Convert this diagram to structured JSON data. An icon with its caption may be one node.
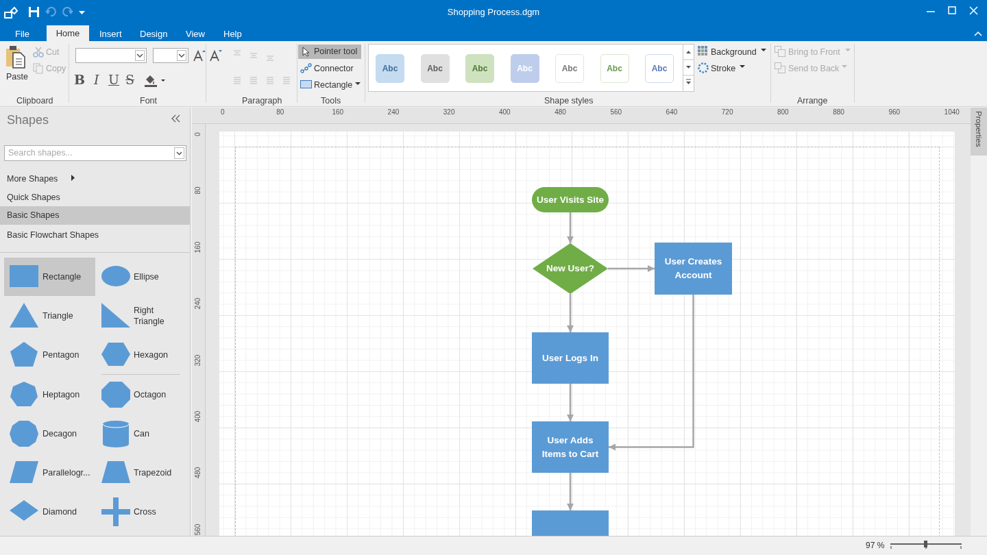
{
  "diagram": {
    "title": "Shopping Process.dgm",
    "nodes": [
      {
        "text": [
          "User Visits Site"
        ]
      },
      {
        "text": [
          "New User?"
        ]
      },
      {
        "text": [
          "User Creates Account"
        ]
      },
      {
        "text": [
          "User Logs In"
        ]
      },
      {
        "text": [
          "User Adds Items to Cart"
        ]
      },
      {
        "text": [],
        "shape": "box"
      }
    ],
    "edges": [
      {
        "from": 0,
        "to": 1,
        "arrow": "to"
      },
      {
        "from": 1,
        "to": 2,
        "arrow": "to"
      },
      {
        "from": 1,
        "to": 3,
        "arrow": "to"
      },
      {
        "from": 2,
        "to": 4,
        "arrow": "to"
      },
      {
        "from": 3,
        "to": 4,
        "arrow": "to"
      },
      {
        "from": 4,
        "to": 5,
        "arrow": "to"
      }
    ],
    "labels": [
      "File",
      "Home",
      "Insert",
      "Design",
      "View",
      "Help",
      "Paste",
      "Cut",
      "Copy",
      "Clipboard",
      "B",
      "I",
      "U",
      "S",
      "Font",
      "Paragraph",
      "Pointer tool",
      "Connector",
      "Rectangle",
      "Tools",
      "Abc",
      "Abc",
      "Abc",
      "Abc",
      "Abc",
      "Abc",
      "Abc",
      "Shape styles",
      "Background",
      "Stroke",
      "Bring to Front",
      "Send to Back",
      "Arrange",
      "Shapes",
      "Search shapes...",
      "More Shapes",
      "Quick Shapes",
      "Basic Shapes",
      "Basic Flowchart Shapes",
      "Rectangle",
      "Ellipse",
      "Triangle",
      "Right Triangle",
      "Pentagon",
      "Hexagon",
      "Heptagon",
      "Octagon",
      "Decagon",
      "Can",
      "Parallelogr...",
      "Trapezoid",
      "Diamond",
      "Cross",
      "0",
      "80",
      "160",
      "240",
      "320",
      "400",
      "480",
      "560",
      "640",
      "720",
      "800",
      "880",
      "960",
      "1040",
      "0",
      "80",
      "160",
      "240",
      "320",
      "400",
      "480",
      "560",
      "Properties",
      "97 %"
    ]
  }
}
